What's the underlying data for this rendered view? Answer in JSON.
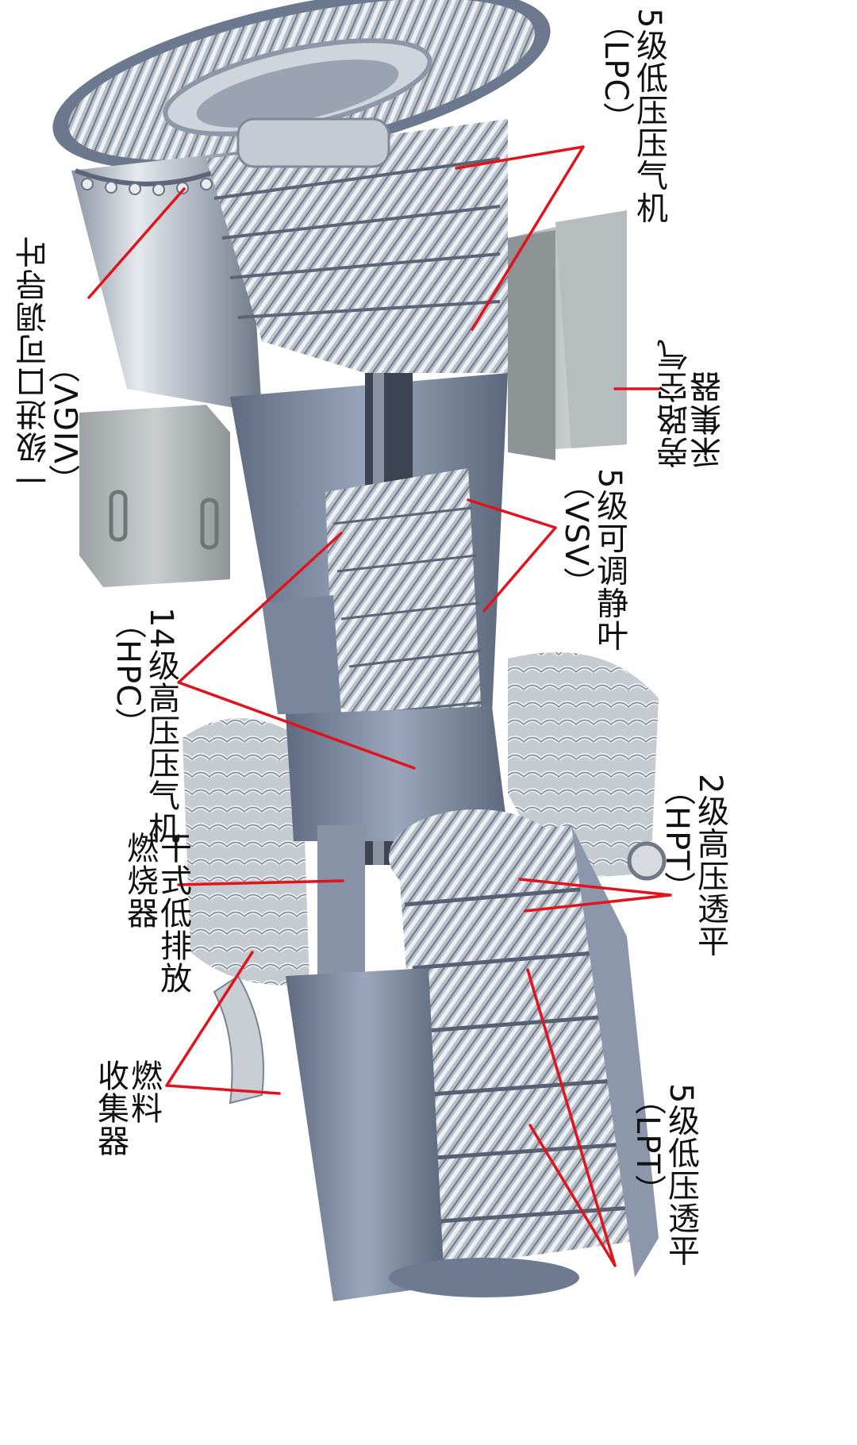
{
  "colors": {
    "callout_line": "#e0141c",
    "metal_light": "#d9dde3",
    "metal_dark": "#6b7686",
    "casing_blue": "#7d8aa3",
    "housing_gray": "#a9aeb0"
  },
  "labels": {
    "lpc": {
      "line1": "5级低压压气机",
      "line2": "（LPC）"
    },
    "vigv": {
      "line1": "一级进口可调导叶",
      "line2": "（VIGV）"
    },
    "bypass": {
      "line1": "旁路空气",
      "line2": "采集器"
    },
    "vsv": {
      "line1": "5级可调静叶",
      "line2": "（VSV）"
    },
    "hpc": {
      "line1": "14级高压压气机",
      "line2": "（HPC）"
    },
    "hpt": {
      "line1": "2级高压透平",
      "line2": "（HPT）"
    },
    "dle": {
      "line1": "干式低排放",
      "line2": "燃烧器"
    },
    "fuel": {
      "line1": "燃料",
      "line2": "收集器"
    },
    "lpt": {
      "line1": "5级低压透平",
      "line2": "（LPT）"
    }
  }
}
